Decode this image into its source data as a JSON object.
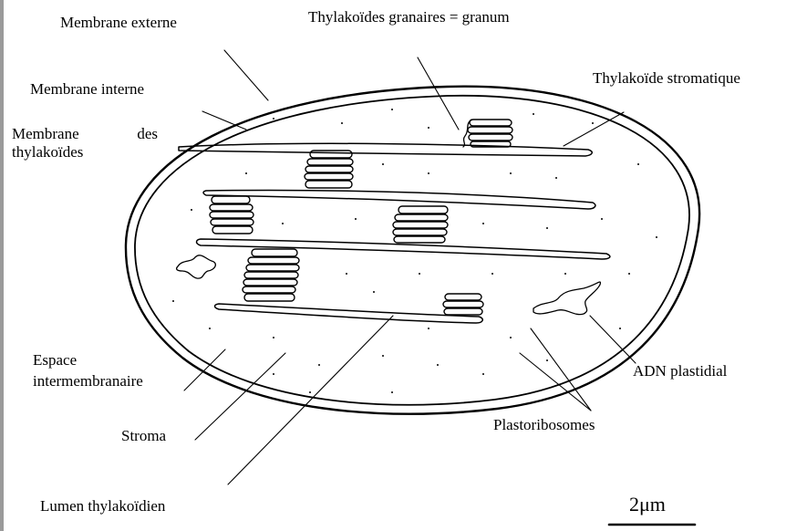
{
  "labels": {
    "membrane_externe": "Membrane externe",
    "thylakoides_granaires": "Thylakoïdes granaires = granum",
    "membrane_interne": "Membrane interne",
    "thylakoide_stromatique": "Thylakoïde stromatique",
    "membrane_thylakoides_line1": "Membrane des",
    "membrane_thylakoides_line2": "thylakoïdes",
    "espace_line1": "Espace",
    "espace_line2": "intermembranaire",
    "stroma": "Stroma",
    "adn_plastidial": "ADN plastidial",
    "plastoribosomes": "Plastoribosomes",
    "lumen": "Lumen thylakoïdien"
  },
  "scale_bar": {
    "label": "2μm"
  },
  "colors": {
    "ink": "#000000",
    "frame": "#9a9a9a",
    "background": "#ffffff"
  }
}
